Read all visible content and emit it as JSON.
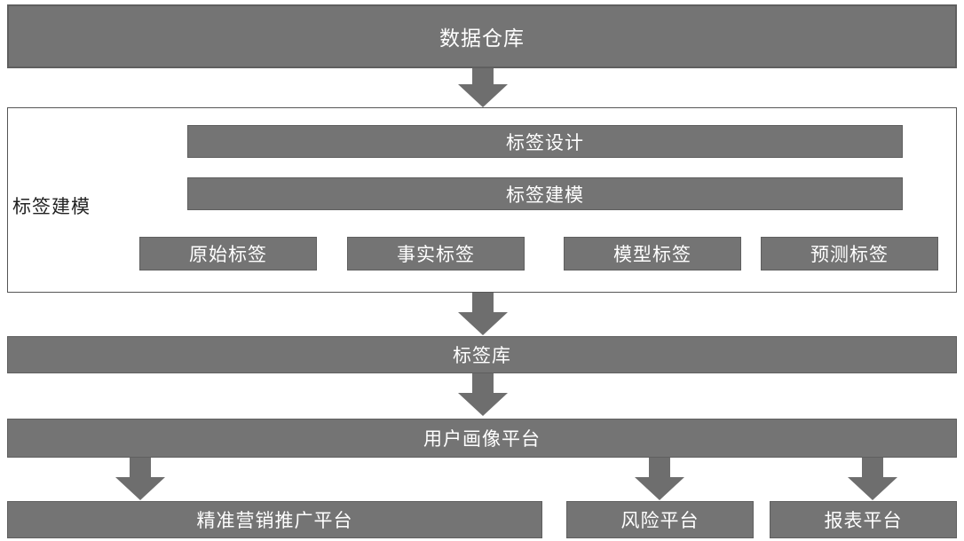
{
  "diagram": {
    "data_warehouse": "数据仓库",
    "modeling_section_label": "标签建模",
    "tag_design": "标签设计",
    "tag_modeling": "标签建模",
    "tag_types": [
      "原始标签",
      "事实标签",
      "模型标签",
      "预测标签"
    ],
    "tag_library": "标签库",
    "user_profile_platform": "用户画像平台",
    "applications": [
      "精准营销推广平台",
      "风险平台",
      "报表平台"
    ]
  },
  "colors": {
    "box_fill": "#747474",
    "box_text": "#ffffff",
    "arrow_fill": "#6e6e6e",
    "frame_stroke": "#555555"
  }
}
